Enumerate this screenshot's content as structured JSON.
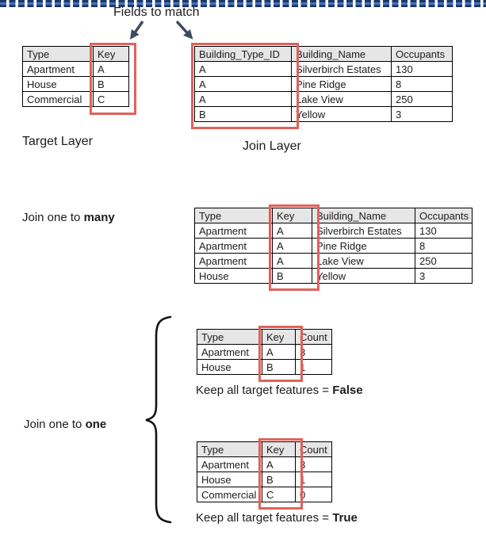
{
  "title": "Fields to match",
  "colors": {
    "highlight_box": "#E0625A",
    "table_header_bg": "#E7E6E6",
    "arrow": "#3C4B60",
    "divider_light": "#4472C4",
    "divider_dark": "#1F3864"
  },
  "decorations": {
    "left_arrow": "arrow-down-left",
    "right_arrow": "arrow-down-right",
    "brace": "curly-brace-left",
    "divider": "dashed-blue-divider"
  },
  "target_table": {
    "caption": "Target Layer",
    "headers": [
      "Type",
      "Key"
    ],
    "rows": [
      [
        "Apartment",
        "A"
      ],
      [
        "House",
        "B"
      ],
      [
        "Commercial",
        "C"
      ]
    ],
    "highlighted_column": "Key"
  },
  "join_table": {
    "caption": "Join Layer",
    "headers": [
      "Building_Type_ID",
      "Building_Name",
      "Occupants"
    ],
    "rows": [
      [
        "A",
        "Silverbirch Estates",
        "130"
      ],
      [
        "A",
        "Pine Ridge",
        "8"
      ],
      [
        "A",
        "Lake View",
        "250"
      ],
      [
        "B",
        "Yellow",
        "3"
      ]
    ],
    "highlighted_column": "Building_Type_ID"
  },
  "one_to_many": {
    "label": {
      "prefix": "Join one to ",
      "bold": "many"
    },
    "table": {
      "headers": [
        "Type",
        "Key",
        "Building_Name",
        "Occupants"
      ],
      "rows": [
        [
          "Apartment",
          "A",
          "Silverbirch Estates",
          "130"
        ],
        [
          "Apartment",
          "A",
          "Pine Ridge",
          "8"
        ],
        [
          "Apartment",
          "A",
          "Lake View",
          "250"
        ],
        [
          "House",
          "B",
          "Yellow",
          "3"
        ]
      ],
      "highlighted_column": "Key"
    }
  },
  "one_to_one": {
    "label": {
      "prefix": "Join one to ",
      "bold": "one"
    },
    "tables": [
      {
        "headers": [
          "Type",
          "Key",
          "Count"
        ],
        "rows": [
          [
            "Apartment",
            "A",
            "3"
          ],
          [
            "House",
            "B",
            "1"
          ]
        ],
        "highlighted_column": "Key",
        "caption": {
          "prefix": "Keep all target features = ",
          "bold": "False"
        }
      },
      {
        "headers": [
          "Type",
          "Key",
          "Count"
        ],
        "rows": [
          [
            "Apartment",
            "A",
            "3"
          ],
          [
            "House",
            "B",
            "1"
          ],
          [
            "Commercial",
            "C",
            "0"
          ]
        ],
        "highlighted_column": "Key",
        "caption": {
          "prefix": "Keep all target features = ",
          "bold": "True"
        }
      }
    ]
  }
}
